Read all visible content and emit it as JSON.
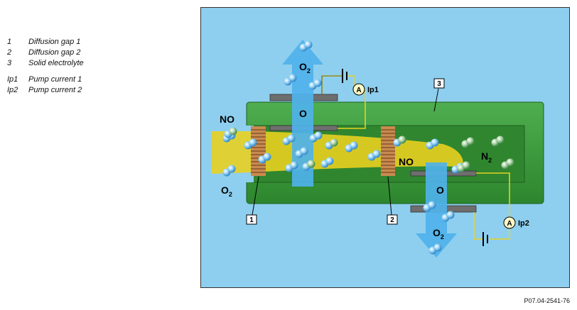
{
  "legend": [
    {
      "key": "1",
      "label": "Diffusion gap 1"
    },
    {
      "key": "2",
      "label": "Diffusion gap 2"
    },
    {
      "key": "3",
      "label": "Solid electrolyte"
    },
    {
      "key": "Ip1",
      "label": "Pump current 1"
    },
    {
      "key": "Ip2",
      "label": "Pump current 2"
    }
  ],
  "diagram": {
    "labels": {
      "no_left": "NO",
      "o2_left": "O",
      "o2_left_sub": "2",
      "o2_top": "O",
      "o2_top_sub": "2",
      "o_top": "O",
      "no_mid": "NO",
      "n2": "N",
      "n2_sub": "2",
      "o_bottom": "O",
      "o2_bottom": "O",
      "o2_bottom_sub": "2",
      "ip1": "Ip1",
      "ip2": "Ip2",
      "ammeter": "A",
      "callout_1": "1",
      "callout_2": "2",
      "callout_3": "3"
    },
    "colors": {
      "background": "#8ecfef",
      "electrolyte": "#3a9c3a",
      "electrolyte_dark": "#2a7a2a",
      "gas_flow": "#e8d020",
      "oxygen_arrow": "#4fb2ea",
      "diffusion_barrier": "#c07a40",
      "electrode": "#6e6e6e",
      "wire": "#e8d020"
    }
  },
  "reference_code": "P07.04-2541-76"
}
